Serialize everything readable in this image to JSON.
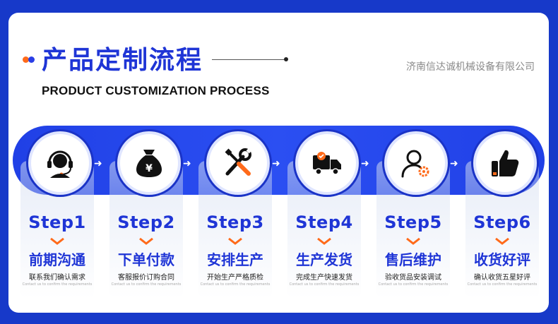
{
  "header": {
    "title": "产品定制流程",
    "subtitle": "PRODUCT CUSTOMIZATION PROCESS",
    "company": "济南信达诚机械设备有限公司"
  },
  "colors": {
    "brand_blue": "#1f35d6",
    "accent_orange": "#ff6a1a"
  },
  "steps": [
    {
      "label": "Step1",
      "title": "前期沟通",
      "desc": "联系我们确认需求",
      "tiny": "Contact us to confirm the requirements",
      "icon": "headset-icon"
    },
    {
      "label": "Step2",
      "title": "下单付款",
      "desc": "客服报价订购合同",
      "tiny": "Contact us to confirm the requirements",
      "icon": "money-bag-icon"
    },
    {
      "label": "Step3",
      "title": "安排生产",
      "desc": "开始生产严格质检",
      "tiny": "Contact us to confirm the requirements",
      "icon": "tools-icon"
    },
    {
      "label": "Step4",
      "title": "生产发货",
      "desc": "完成生产快速发货",
      "tiny": "Contact us to confirm the requirements",
      "icon": "delivery-truck-icon"
    },
    {
      "label": "Step5",
      "title": "售后维护",
      "desc": "验收货品安装调试",
      "tiny": "Contact us to confirm the requirements",
      "icon": "user-gear-icon"
    },
    {
      "label": "Step6",
      "title": "收货好评",
      "desc": "确认收货五星好评",
      "tiny": "Contact us to confirm the requirements",
      "icon": "thumbs-up-icon"
    }
  ]
}
